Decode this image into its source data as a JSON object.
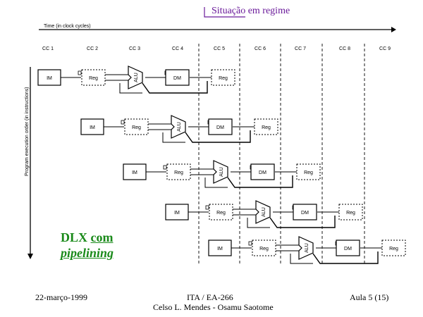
{
  "regime_label": "Situação em regime",
  "time_axis_label": "Time (in clock cycles)",
  "program_axis_label": "Program execution order (in instructions)",
  "clock_cycles": [
    "CC 1",
    "CC 2",
    "CC 3",
    "CC 4",
    "CC 5",
    "CC 6",
    "CC 7",
    "CC 8",
    "CC 9"
  ],
  "instructions": [
    {
      "stages": [
        "IM",
        "Reg",
        "ALU",
        "DM",
        "Reg"
      ]
    },
    {
      "stages": [
        "IM",
        "Reg",
        "ALU",
        "DM",
        "Reg"
      ]
    },
    {
      "stages": [
        "IM",
        "Reg",
        "ALU",
        "DM",
        "Reg"
      ]
    },
    {
      "stages": [
        "IM",
        "Reg",
        "ALU",
        "DM",
        "Reg"
      ]
    },
    {
      "stages": [
        "IM",
        "Reg",
        "ALU",
        "DM",
        "Reg"
      ]
    }
  ],
  "title_line1": "DLX",
  "title_line1b": "com",
  "title_line2": "pipelining",
  "footer": {
    "date": "22-março-1999",
    "course": "ITA / EA-266",
    "authors": "Celso L. Mendes - Osamu Saotome",
    "page": "Aula 5 (15)"
  },
  "colors": {
    "regime": "#6a1a9a",
    "title": "#1a8a1a",
    "line": "#000000"
  }
}
